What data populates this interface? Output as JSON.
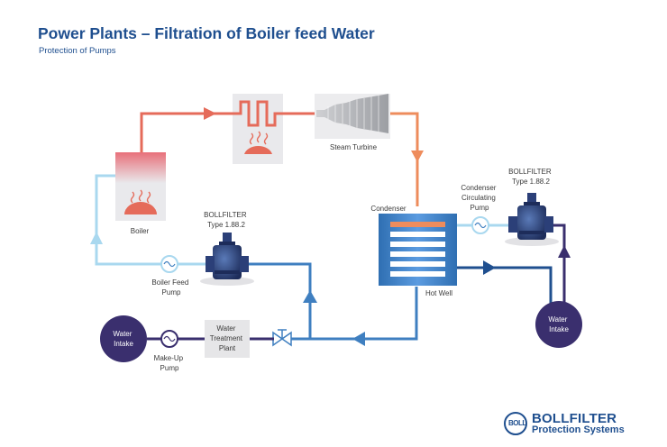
{
  "header": {
    "title": "Power Plants – Filtration of Boiler feed Water",
    "subtitle": "Protection of Pumps"
  },
  "labels": {
    "boiler": "Boiler",
    "steam_turbine": "Steam Turbine",
    "condenser": "Condenser",
    "hot_well": "Hot Well",
    "boiler_feed_pump": [
      "Boiler Feed",
      "Pump"
    ],
    "bollfilter_left": [
      "BOLLFILTER",
      "Type 1.88.2"
    ],
    "bollfilter_right": [
      "BOLLFILTER",
      "Type 1.88.2"
    ],
    "condenser_circulating_pump": [
      "Condenser",
      "Circulating",
      "Pump"
    ],
    "water_treatment_plant": [
      "Water",
      "Treatment",
      "Plant"
    ],
    "make_up_pump": [
      "Make-Up",
      "Pump"
    ],
    "water_intake_left": [
      "Water",
      "Intake"
    ],
    "water_intake_right": [
      "Water",
      "Intake"
    ]
  },
  "brand": {
    "mark": "BOLL",
    "name": "BOLLFILTER",
    "tagline": "Protection Systems"
  },
  "colors": {
    "title": "#1f4f8f",
    "steam": "#e56b5a",
    "hot_pipe": "#ee8c5c",
    "feed_water": "#a9d8ef",
    "condensate": "#3f7fc0",
    "cooling": "#3a2f6e",
    "intake": "#3a2f6e"
  }
}
